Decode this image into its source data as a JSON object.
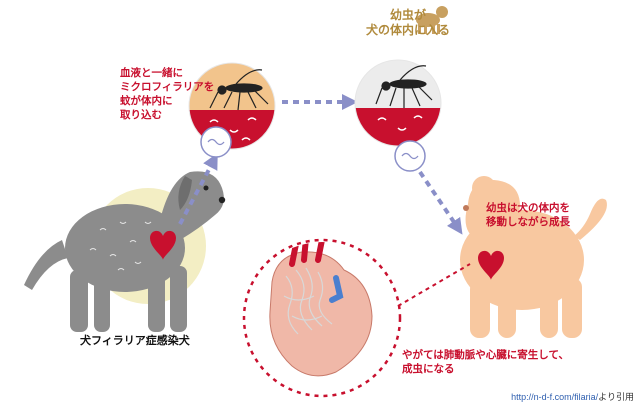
{
  "labels": {
    "infected_dog": "犬フィラリア症感染犬",
    "mosquito_blood": "血液と一緒に\nミクロフィラリアを\n蚊が体内に\n取り込む",
    "larva_enters": "幼虫が\n犬の体内に入る",
    "larva_moves": "幼虫は犬の体内を\n移動しながら成長",
    "adult_worm": "やがては肺動脈や心臓に寄生して、\n成虫になる"
  },
  "source": {
    "url": "http://n-d-f.com/filaria/",
    "suffix": "より引用"
  },
  "colors": {
    "accent_red": "#c8102e",
    "arrow": "#8a8fc8",
    "dog_gray": "#8c8c8c",
    "dog_peach": "#f8c8a0",
    "caption_gold": "#b08a3c"
  }
}
